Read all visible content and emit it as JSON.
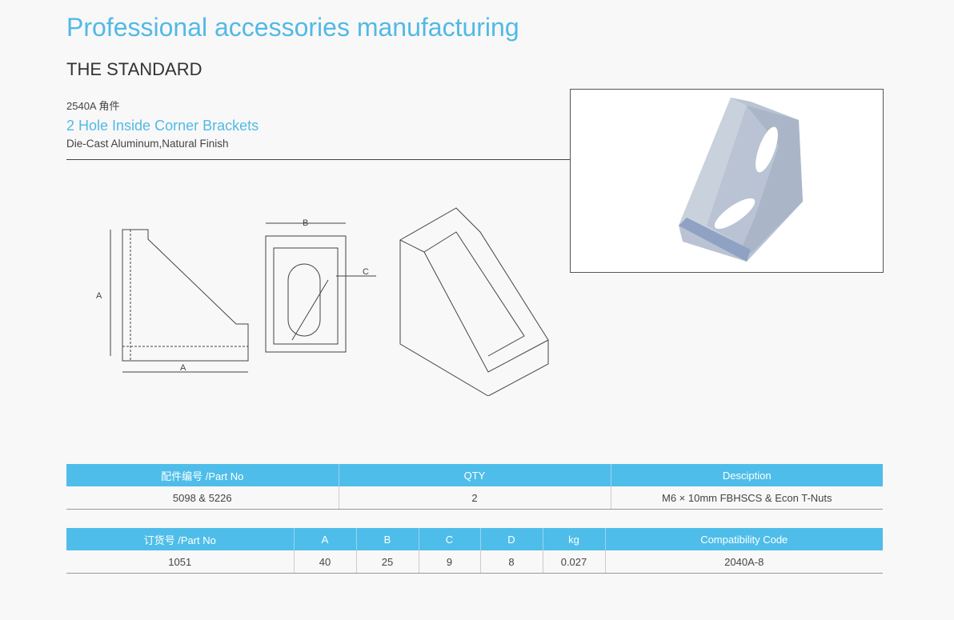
{
  "header": {
    "title": "Professional accessories manufacturing",
    "subtitle": "THE STANDARD"
  },
  "product": {
    "code": "2540A 角件",
    "name": "2 Hole Inside Corner Brackets",
    "material": "Die-Cast Aluminum,Natural Finish"
  },
  "drawing": {
    "label_a_side": "A",
    "label_a_bottom": "A",
    "label_b": "B",
    "label_c": "C"
  },
  "table1": {
    "headers": [
      "配件编号 /Part No",
      "QTY",
      "Desciption"
    ],
    "row": [
      "5098 & 5226",
      "2",
      "M6 × 10mm FBHSCS & Econ T-Nuts"
    ]
  },
  "table2": {
    "headers": [
      "订货号 /Part No",
      "A",
      "B",
      "C",
      "D",
      "kg",
      "Compatibility Code"
    ],
    "row": [
      "1051",
      "40",
      "25",
      "9",
      "8",
      "0.027",
      "2040A-8"
    ]
  },
  "colors": {
    "accent": "#4fbde9"
  }
}
